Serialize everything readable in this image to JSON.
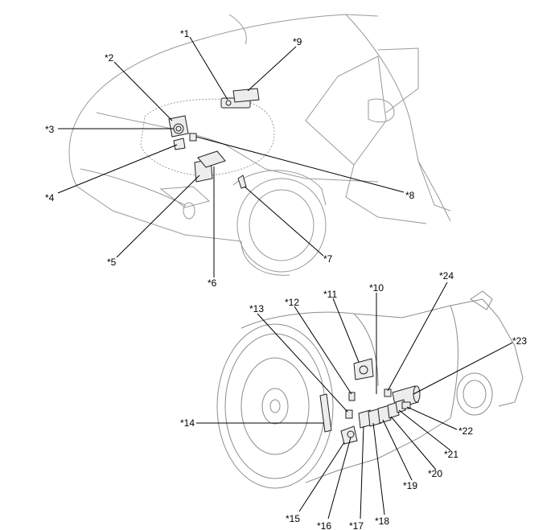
{
  "callouts": {
    "c1": "*1",
    "c2": "*2",
    "c3": "*3",
    "c4": "*4",
    "c5": "*5",
    "c6": "*6",
    "c7": "*7",
    "c8": "*8",
    "c9": "*9",
    "c10": "*10",
    "c11": "*11",
    "c12": "*12",
    "c13": "*13",
    "c14": "*14",
    "c15": "*15",
    "c16": "*16",
    "c17": "*17",
    "c18": "*18",
    "c19": "*19",
    "c20": "*20",
    "c21": "*21",
    "c22": "*22",
    "c23": "*23",
    "c24": "*24"
  }
}
